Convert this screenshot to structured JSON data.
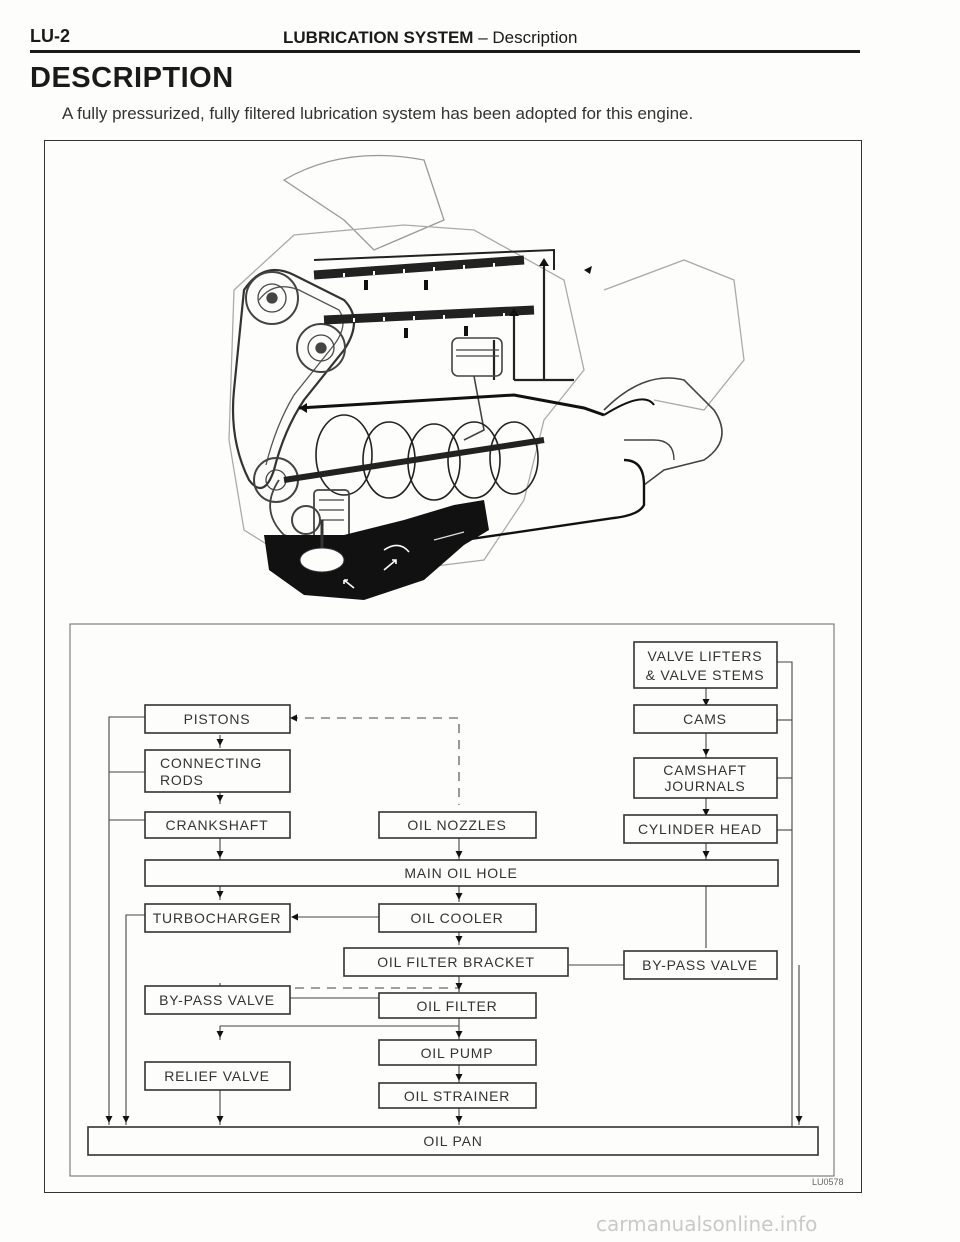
{
  "header": {
    "page_number": "LU-2",
    "section_title": "LUBRICATION SYSTEM",
    "section_sub": "– Description"
  },
  "title": "DESCRIPTION",
  "intro": "A fully pressurized, fully filtered lubrication system has been adopted for this engine.",
  "diagram": {
    "boxes": {
      "valve_lifters_1": "VALVE LIFTERS",
      "valve_lifters_2": "& VALVE STEMS",
      "pistons": "PISTONS",
      "cams": "CAMS",
      "connecting_rods_1": "CONNECTING",
      "connecting_rods_2": "RODS",
      "camshaft_journals_1": "CAMSHAFT",
      "camshaft_journals_2": "JOURNALS",
      "crankshaft": "CRANKSHAFT",
      "oil_nozzles": "OIL NOZZLES",
      "cylinder_head": "CYLINDER HEAD",
      "main_oil_hole": "MAIN OIL HOLE",
      "turbocharger": "TURBOCHARGER",
      "oil_cooler": "OIL COOLER",
      "oil_filter_bracket": "OIL FILTER BRACKET",
      "bypass_valve_right": "BY-PASS VALVE",
      "bypass_valve_left": "BY-PASS VALVE",
      "oil_filter": "OIL FILTER",
      "oil_pump": "OIL PUMP",
      "relief_valve": "RELIEF VALVE",
      "oil_strainer": "OIL STRAINER",
      "oil_pan": "OIL PAN"
    }
  },
  "figure_id": "LU0578",
  "watermark": "carmanualsonline.info"
}
